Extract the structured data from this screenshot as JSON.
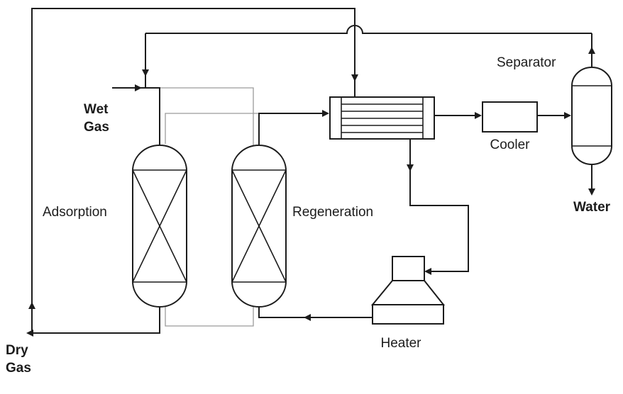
{
  "labels": {
    "wet_gas": {
      "line1": "Wet",
      "line2": "Gas"
    },
    "dry_gas": {
      "line1": "Dry",
      "line2": "Gas"
    },
    "adsorption": "Adsorption",
    "regeneration": "Regeneration",
    "cooler": "Cooler",
    "separator": "Separator",
    "water": "Water",
    "heater": "Heater"
  },
  "colors": {
    "line": "#1c1c1c",
    "secondary_line": "#9b9b9b",
    "background": "#ffffff",
    "text": "#1c1c1c"
  }
}
